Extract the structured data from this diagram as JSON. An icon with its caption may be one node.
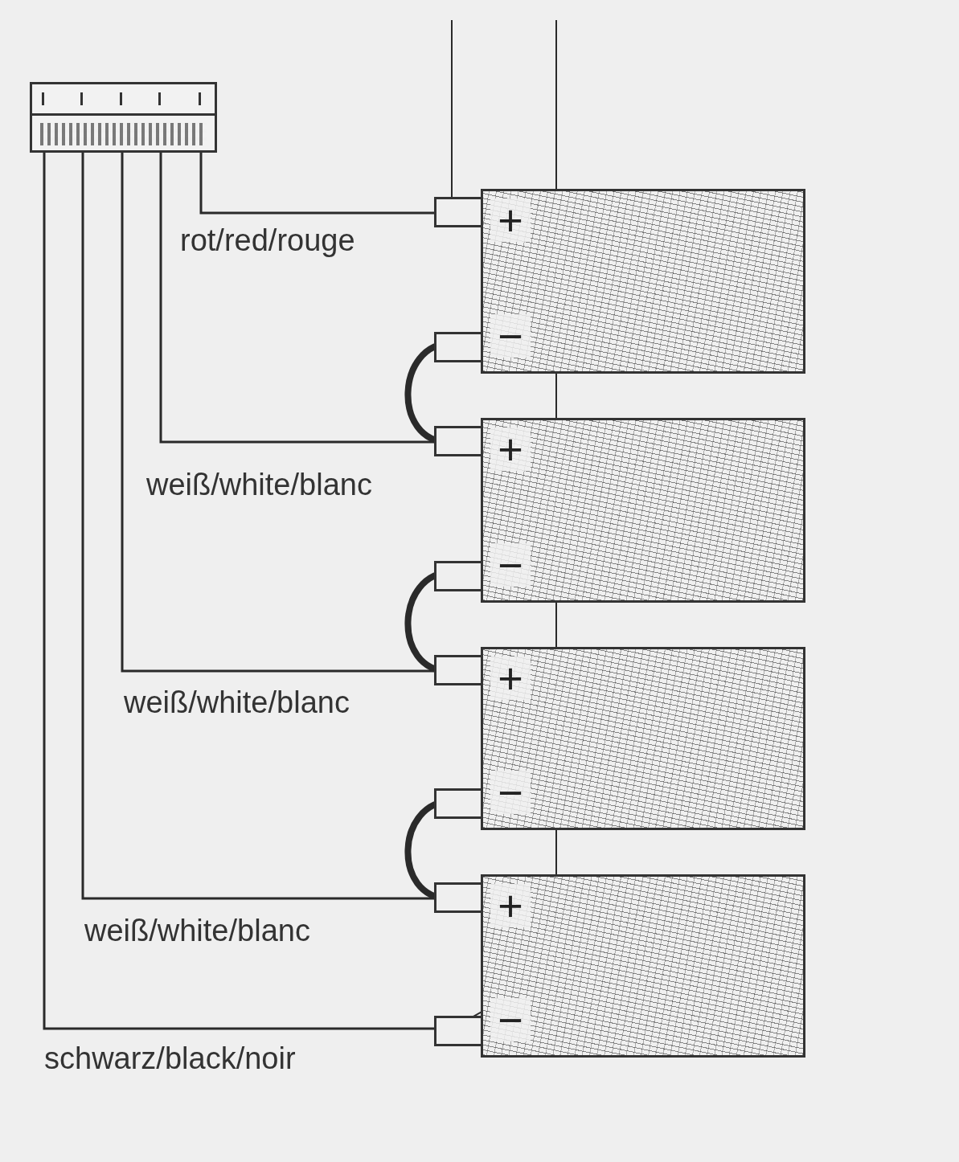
{
  "diagram": {
    "nodes": [
      {
        "text": [],
        "shape": "box"
      },
      {
        "text": [
          "+",
          "−"
        ]
      },
      {
        "text": [
          "+",
          "−"
        ]
      },
      {
        "text": [
          "+",
          "−"
        ]
      },
      {
        "text": [
          "+",
          "−"
        ]
      }
    ],
    "edges": [
      {
        "from": 0,
        "to": 1,
        "arrow": "none",
        "label": "rot/red/rouge"
      },
      {
        "from": 0,
        "to": 2,
        "arrow": "none",
        "label": "weiß/white/blanc"
      },
      {
        "from": 0,
        "to": 3,
        "arrow": "none",
        "label": "weiß/white/blanc"
      },
      {
        "from": 0,
        "to": 4,
        "arrow": "none",
        "label": "weiß/white/blanc"
      },
      {
        "from": 0,
        "to": 4,
        "arrow": "none",
        "label": "schwarz/black/noir"
      },
      {
        "from": 1,
        "to": 2,
        "arrow": "none",
        "style": "thick"
      },
      {
        "from": 2,
        "to": 3,
        "arrow": "none",
        "style": "thick"
      },
      {
        "from": 3,
        "to": 4,
        "arrow": "none",
        "style": "thick"
      },
      {
        "from": 1,
        "to": null,
        "arrow": "none"
      },
      {
        "from": null,
        "to": 4,
        "arrow": "none"
      }
    ]
  }
}
